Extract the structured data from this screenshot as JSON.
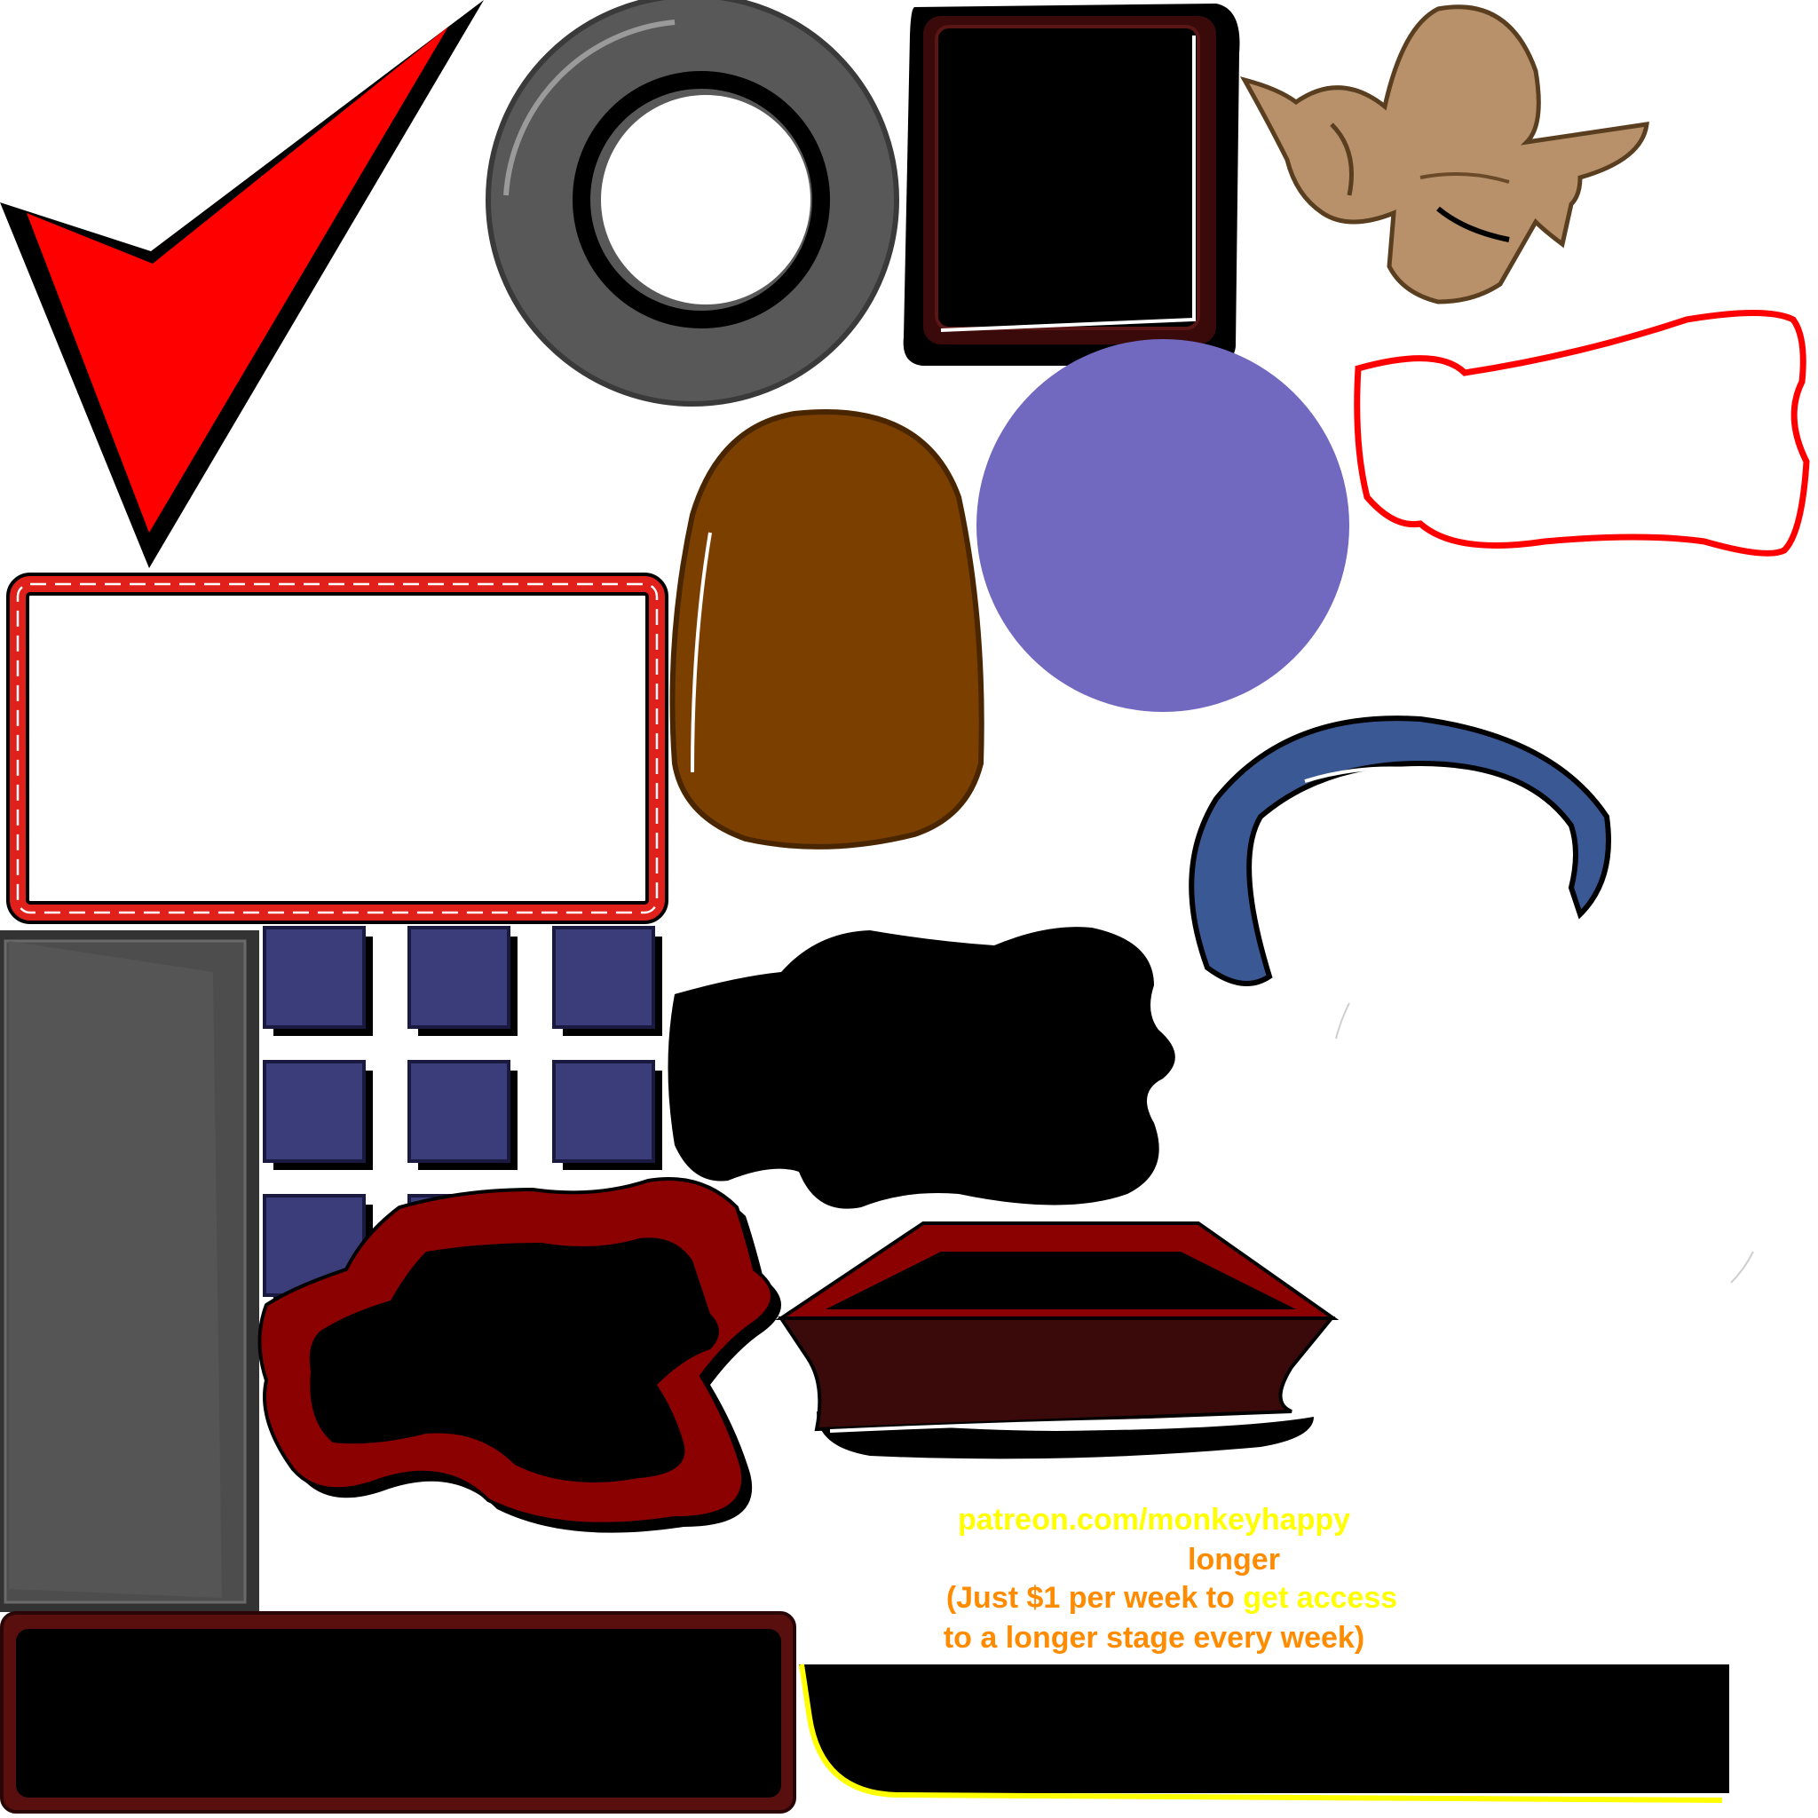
{
  "colors": {
    "background": "#ffffff",
    "arrow_red": "#ff0000",
    "ring_gray": "#585858",
    "frame_dark_red": "#3a0a0a",
    "brown_shell": "#7b3f00",
    "ear_tan": "#b8916a",
    "violet": "#7168c0",
    "cable_red": "#e0201a",
    "navy_tile": "#3a3d7a",
    "panel_gray": "#4d4d4d",
    "maroon": "#8b0000",
    "blue_arc": "#3a5893",
    "promo_yellow": "#ffff00",
    "promo_orange": "#ff8c00"
  },
  "icons": [
    "red-checkmark-icon",
    "gray-ring-icon",
    "dark-framed-panel-icon",
    "pointed-ear-icon",
    "brown-shell-icon",
    "violet-circle-icon",
    "red-wavy-frame-icon",
    "red-cable-frame-icon",
    "blue-arc-band-icon",
    "gray-panel-icon",
    "navy-tile-icon",
    "black-blob-icon",
    "red-blob-frame-icon",
    "maroon-planter-icon",
    "maroon-bar-icon",
    "yellow-edged-bar-icon"
  ],
  "tiles": {
    "rows": 3,
    "cols": 3
  },
  "promo": {
    "url": "patreon.com/monkeyhappy",
    "line2": "longer",
    "line3_part1": "(Just $1 per week to ",
    "line3_part2": "get access",
    "line4": "to a longer stage every week)"
  }
}
